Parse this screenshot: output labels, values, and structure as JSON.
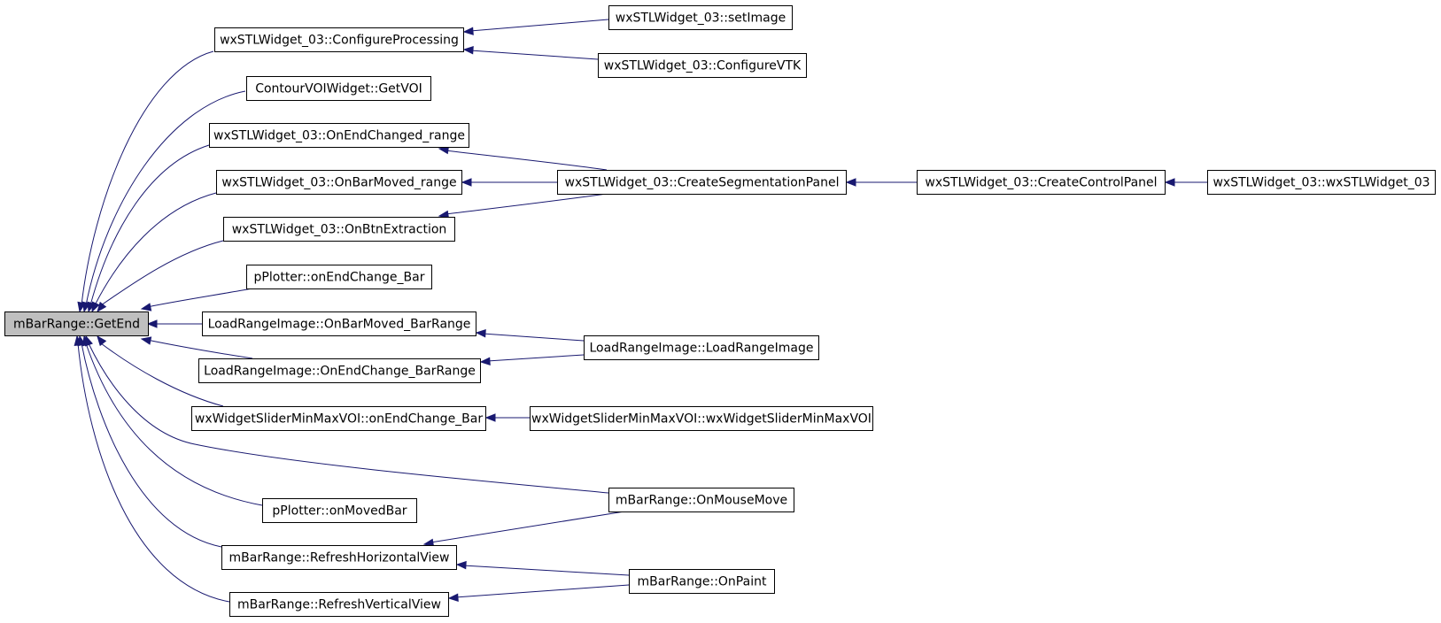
{
  "colors": {
    "edge": "#191970",
    "node_border": "#000000",
    "root_fill": "#bfbfbf",
    "node_fill": "#ffffff"
  },
  "nodes": [
    {
      "id": "n0",
      "label": "mBarRange::GetEnd",
      "root": true
    },
    {
      "id": "n1",
      "label": "wxSTLWidget_03::ConfigureProcessing"
    },
    {
      "id": "n2",
      "label": "ContourVOIWidget::GetVOI"
    },
    {
      "id": "n3",
      "label": "wxSTLWidget_03::OnEndChanged_range"
    },
    {
      "id": "n4",
      "label": "wxSTLWidget_03::OnBarMoved_range"
    },
    {
      "id": "n5",
      "label": "wxSTLWidget_03::OnBtnExtraction"
    },
    {
      "id": "n6",
      "label": "pPlotter::onEndChange_Bar"
    },
    {
      "id": "n7",
      "label": "LoadRangeImage::OnBarMoved_BarRange"
    },
    {
      "id": "n8",
      "label": "LoadRangeImage::OnEndChange_BarRange"
    },
    {
      "id": "n9",
      "label": "wxWidgetSliderMinMaxVOI::onEndChange_Bar"
    },
    {
      "id": "n10",
      "label": "pPlotter::onMovedBar"
    },
    {
      "id": "n11",
      "label": "mBarRange::RefreshHorizontalView"
    },
    {
      "id": "n12",
      "label": "mBarRange::RefreshVerticalView"
    },
    {
      "id": "n13",
      "label": "wxSTLWidget_03::setImage"
    },
    {
      "id": "n14",
      "label": "wxSTLWidget_03::ConfigureVTK"
    },
    {
      "id": "n15",
      "label": "wxSTLWidget_03::CreateSegmentationPanel"
    },
    {
      "id": "n16",
      "label": "LoadRangeImage::LoadRangeImage"
    },
    {
      "id": "n17",
      "label": "wxWidgetSliderMinMaxVOI::wxWidgetSliderMinMaxVOI"
    },
    {
      "id": "n18",
      "label": "mBarRange::OnMouseMove"
    },
    {
      "id": "n19",
      "label": "mBarRange::OnPaint"
    },
    {
      "id": "n20",
      "label": "wxSTLWidget_03::CreateControlPanel"
    },
    {
      "id": "n21",
      "label": "wxSTLWidget_03::wxSTLWidget_03"
    }
  ],
  "edges": [
    {
      "from": "n1",
      "to": "n0"
    },
    {
      "from": "n2",
      "to": "n0"
    },
    {
      "from": "n3",
      "to": "n0"
    },
    {
      "from": "n4",
      "to": "n0"
    },
    {
      "from": "n5",
      "to": "n0"
    },
    {
      "from": "n6",
      "to": "n0"
    },
    {
      "from": "n7",
      "to": "n0"
    },
    {
      "from": "n8",
      "to": "n0"
    },
    {
      "from": "n9",
      "to": "n0"
    },
    {
      "from": "n18",
      "to": "n0"
    },
    {
      "from": "n10",
      "to": "n0"
    },
    {
      "from": "n11",
      "to": "n0"
    },
    {
      "from": "n12",
      "to": "n0"
    },
    {
      "from": "n13",
      "to": "n1"
    },
    {
      "from": "n14",
      "to": "n1"
    },
    {
      "from": "n15",
      "to": "n3"
    },
    {
      "from": "n15",
      "to": "n4"
    },
    {
      "from": "n15",
      "to": "n5"
    },
    {
      "from": "n16",
      "to": "n7"
    },
    {
      "from": "n16",
      "to": "n8"
    },
    {
      "from": "n17",
      "to": "n9"
    },
    {
      "from": "n18",
      "to": "n11"
    },
    {
      "from": "n19",
      "to": "n11"
    },
    {
      "from": "n19",
      "to": "n12"
    },
    {
      "from": "n20",
      "to": "n15"
    },
    {
      "from": "n21",
      "to": "n20"
    }
  ]
}
